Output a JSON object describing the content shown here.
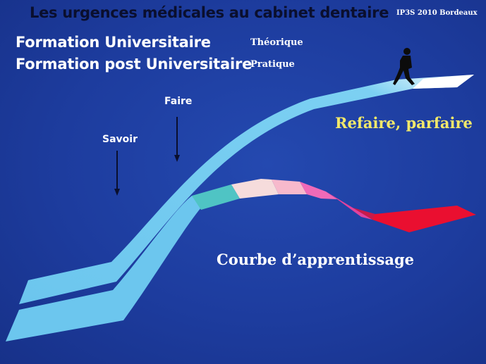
{
  "slide": {
    "title": "Les urgences médicales au cabinet dentaire",
    "credit": "IP3S 2010 Bordeaux",
    "formation": [
      "Formation Universitaire",
      "Formation post Universitaire"
    ],
    "modes": [
      "Théorique",
      "Pratique"
    ],
    "steps": {
      "savoir": "Savoir",
      "faire": "Faire",
      "refaire": "Refaire, parfaire"
    },
    "curve_label": "Courbe d’apprentissage"
  },
  "colors": {
    "background": "#1d3c9e",
    "ribbon": "#6cc6ee",
    "title_text": "#0a0f2e",
    "highlight_text": "#f2e86a",
    "learning_curve": [
      "#4fc4c4",
      "#f6d9d9",
      "#f4a8c4",
      "#e040a8",
      "#e8103a"
    ]
  },
  "icons": {
    "walker": "walking-person-silhouette",
    "arrows": "down-arrow"
  }
}
